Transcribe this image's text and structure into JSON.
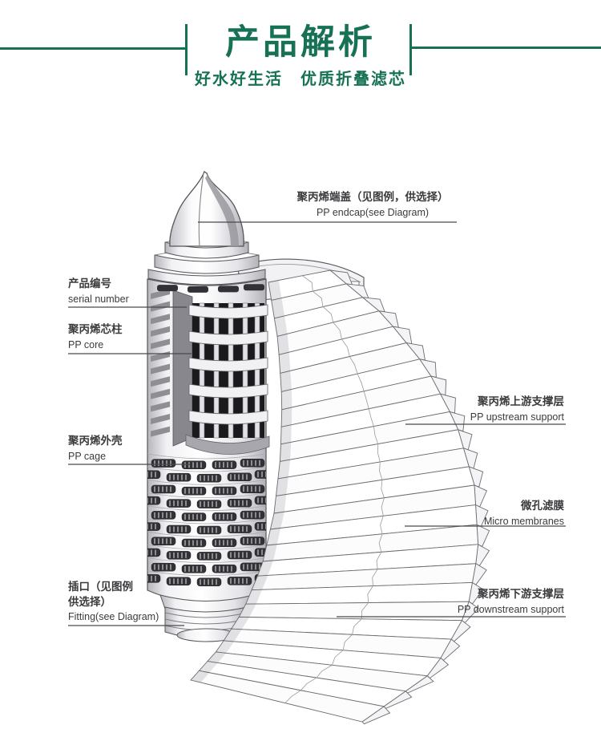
{
  "header": {
    "title": "产品解析",
    "subtitle": "好水好生活　优质折叠滤芯"
  },
  "colors": {
    "accent_green": "#177155",
    "diagram_line": "#55555a",
    "label_text": "#3b3b3e"
  },
  "labels": {
    "endcap": {
      "cn": "聚丙烯端盖（见图例，供选择）",
      "en": "PP endcap(see Diagram)"
    },
    "serial": {
      "cn": "产品编号",
      "en": "serial number"
    },
    "core": {
      "cn": "聚丙烯芯柱",
      "en": "PP core"
    },
    "cage": {
      "cn": "聚丙烯外壳",
      "en": "PP cage"
    },
    "fitting": {
      "cn_line1": "插口（见图例",
      "cn_line2": "供选择）",
      "en": "Fitting(see Diagram)"
    },
    "upstream": {
      "cn": "聚丙烯上游支撑层",
      "en": "PP upstream support"
    },
    "membranes": {
      "cn": "微孔滤膜",
      "en": "Micro membranes"
    },
    "downstream": {
      "cn": "聚丙烯下游支撑层",
      "en": "PP downstream support"
    }
  }
}
